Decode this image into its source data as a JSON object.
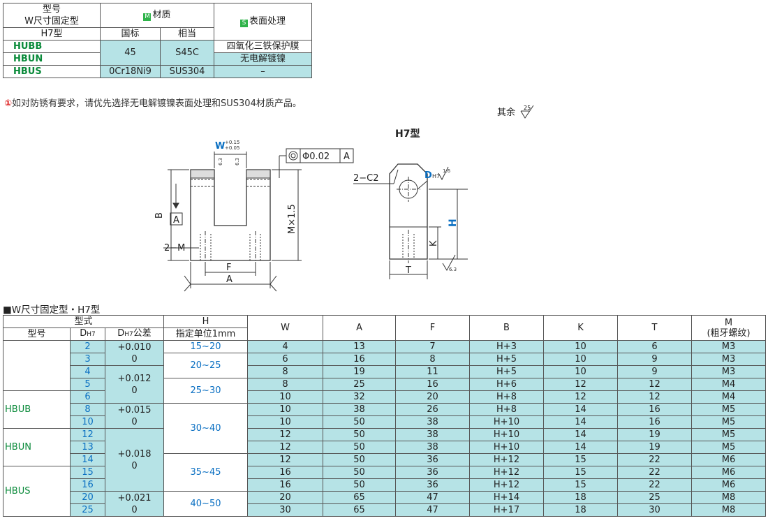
{
  "material_table": {
    "h_model": "型号",
    "h_type": "W尺寸固定型",
    "h_h7": "H7型",
    "h_material_mark": "M",
    "h_material": "材质",
    "h_gb": "国标",
    "h_equiv": "相当",
    "h_surface_mark": "S",
    "h_surface": "表面处理",
    "rows": [
      {
        "model": "HUBB",
        "gb": "45",
        "equiv": "S45C",
        "surface": "四氧化三铁保护膜"
      },
      {
        "model": "HBUN",
        "surface": "无电解镀镍"
      },
      {
        "model": "HBUS",
        "gb": "0Cr18Ni9",
        "equiv": "SUS304",
        "surface": "–"
      }
    ]
  },
  "note": {
    "mark": "①",
    "text": "如对防锈有要求，请优先选择无电解镀镍表面处理和SUS304材质产品。"
  },
  "roughness_rest": {
    "label": "其余",
    "value": "25"
  },
  "drawing": {
    "h7_title": "H7型",
    "w_label": "W",
    "w_tol_upper": "+0.15",
    "w_tol_lower": "+0.05",
    "rough_63a": "6.3",
    "rough_63b": "6.3",
    "coax_tol": "Φ0.02",
    "datum": "A",
    "b_label": "B",
    "datum_a": "A",
    "m_label": "2−M",
    "m15_label": "M×1.5",
    "f_label": "F",
    "a_label": "A",
    "c2_label": "2−C2",
    "d_label": "D",
    "d_sub": "H7",
    "rough_16": "1.6",
    "h_label": "H",
    "k_label": "K",
    "t_label": "T",
    "rough_63c": "6.3"
  },
  "main_table": {
    "title": "■W尺寸固定型・H7型",
    "h_form": "型式",
    "h_model": "型号",
    "h_d": "D",
    "h_d_sub": "H7",
    "h_dtol": "D",
    "h_dtol_sub": "H7",
    "h_dtol_suffix": "公差",
    "h_h": "H",
    "h_h_unit": "指定单位1mm",
    "h_w": "W",
    "h_a": "A",
    "h_f": "F",
    "h_b": "B",
    "h_k": "K",
    "h_t": "T",
    "h_m": "M",
    "h_m_sub": "(粗牙螺纹)",
    "models": [
      "HBUB",
      "HBUN",
      "HBUS"
    ],
    "rows": [
      {
        "d": "2",
        "w": "4",
        "a": "13",
        "f": "7",
        "b": "H+3",
        "k": "10",
        "t": "6",
        "m": "M3"
      },
      {
        "d": "3",
        "w": "6",
        "a": "16",
        "f": "8",
        "b": "H+5",
        "k": "10",
        "t": "9",
        "m": "M3"
      },
      {
        "d": "4",
        "w": "8",
        "a": "19",
        "f": "11",
        "b": "H+5",
        "k": "10",
        "t": "9",
        "m": "M3"
      },
      {
        "d": "5",
        "w": "8",
        "a": "25",
        "f": "16",
        "b": "H+6",
        "k": "12",
        "t": "12",
        "m": "M4"
      },
      {
        "d": "6",
        "w": "10",
        "a": "32",
        "f": "20",
        "b": "H+8",
        "k": "12",
        "t": "12",
        "m": "M4"
      },
      {
        "d": "8",
        "w": "10",
        "a": "38",
        "f": "26",
        "b": "H+8",
        "k": "14",
        "t": "16",
        "m": "M5"
      },
      {
        "d": "10",
        "w": "10",
        "a": "50",
        "f": "38",
        "b": "H+10",
        "k": "14",
        "t": "16",
        "m": "M5"
      },
      {
        "d": "12",
        "w": "12",
        "a": "50",
        "f": "38",
        "b": "H+10",
        "k": "14",
        "t": "19",
        "m": "M5"
      },
      {
        "d": "13",
        "w": "12",
        "a": "50",
        "f": "38",
        "b": "H+10",
        "k": "14",
        "t": "19",
        "m": "M5"
      },
      {
        "d": "14",
        "w": "12",
        "a": "50",
        "f": "36",
        "b": "H+12",
        "k": "15",
        "t": "22",
        "m": "M6"
      },
      {
        "d": "15",
        "w": "16",
        "a": "50",
        "f": "36",
        "b": "H+12",
        "k": "15",
        "t": "22",
        "m": "M6"
      },
      {
        "d": "16",
        "w": "16",
        "a": "50",
        "f": "36",
        "b": "H+12",
        "k": "15",
        "t": "22",
        "m": "M6"
      },
      {
        "d": "20",
        "w": "20",
        "a": "65",
        "f": "47",
        "b": "H+14",
        "k": "18",
        "t": "25",
        "m": "M8"
      },
      {
        "d": "25",
        "w": "30",
        "a": "65",
        "f": "47",
        "b": "H+17",
        "k": "18",
        "t": "30",
        "m": "M8"
      }
    ],
    "tolerances": [
      {
        "upper": "+0.010",
        "lower": "0"
      },
      {
        "upper": "+0.012",
        "lower": "0"
      },
      {
        "upper": "+0.015",
        "lower": "0"
      },
      {
        "upper": "+0.018",
        "lower": "0"
      },
      {
        "upper": "+0.021",
        "lower": "0"
      }
    ],
    "h_ranges": [
      "15~20",
      "20~25",
      "25~30",
      "30~40",
      "35~45",
      "40~50"
    ]
  }
}
